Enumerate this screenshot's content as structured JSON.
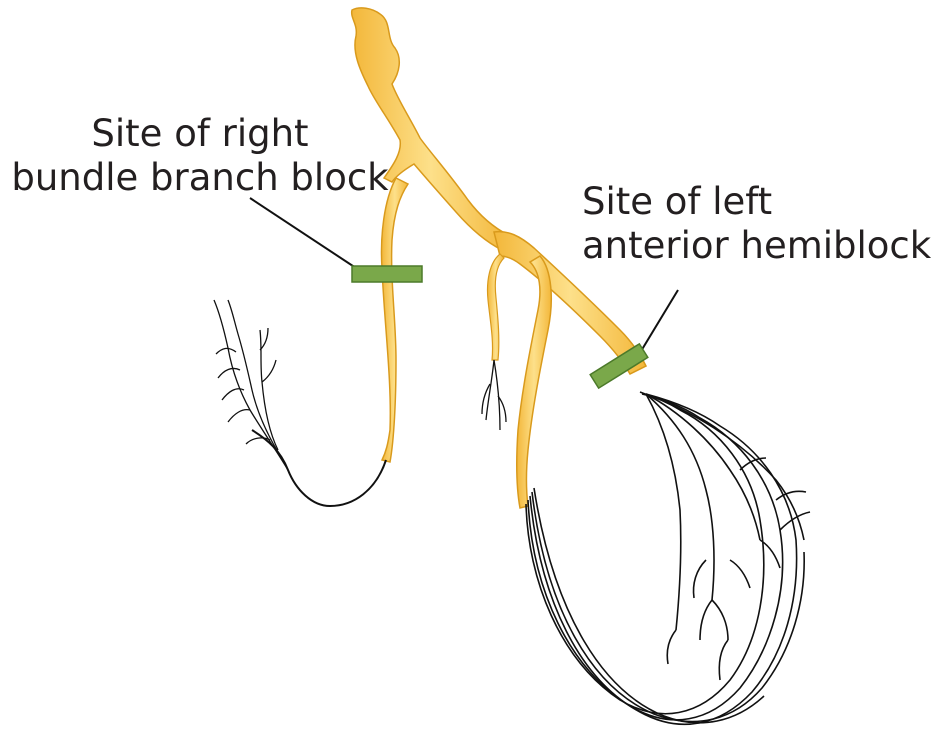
{
  "labels": {
    "right_bundle": {
      "line1": "Site of right",
      "line2": "bundle branch block"
    },
    "left_anterior": {
      "line1": "Site of left",
      "line2": "anterior hemiblock"
    }
  },
  "colors": {
    "conduction_fill": "#f7c64a",
    "conduction_edge": "#e0a020",
    "block_marker": "#7aa84a",
    "fiber_stroke": "#111111",
    "text": "#231f20"
  }
}
